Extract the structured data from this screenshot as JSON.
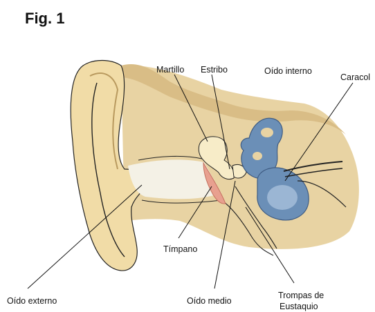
{
  "figure": {
    "title": "Fig. 1"
  },
  "labels": {
    "martillo": "Martillo",
    "estribo": "Estribo",
    "oido_interno": "Oído interno",
    "caracol": "Caracol",
    "timpano": "Tímpano",
    "oido_externo": "Oído externo",
    "oido_medio": "Oído medio",
    "trompas_line1": "Trompas de",
    "trompas_line2": "Eustaquio"
  },
  "colors": {
    "skin": "#f1dca7",
    "skin_light": "#f7ecc8",
    "bone": "#dcc28f",
    "canal": "#f4f1e6",
    "tympanum": "#e8a08f",
    "inner_ear": "#6b8fb7",
    "inner_ear_light": "#a7bfdb",
    "outline": "#222222"
  }
}
